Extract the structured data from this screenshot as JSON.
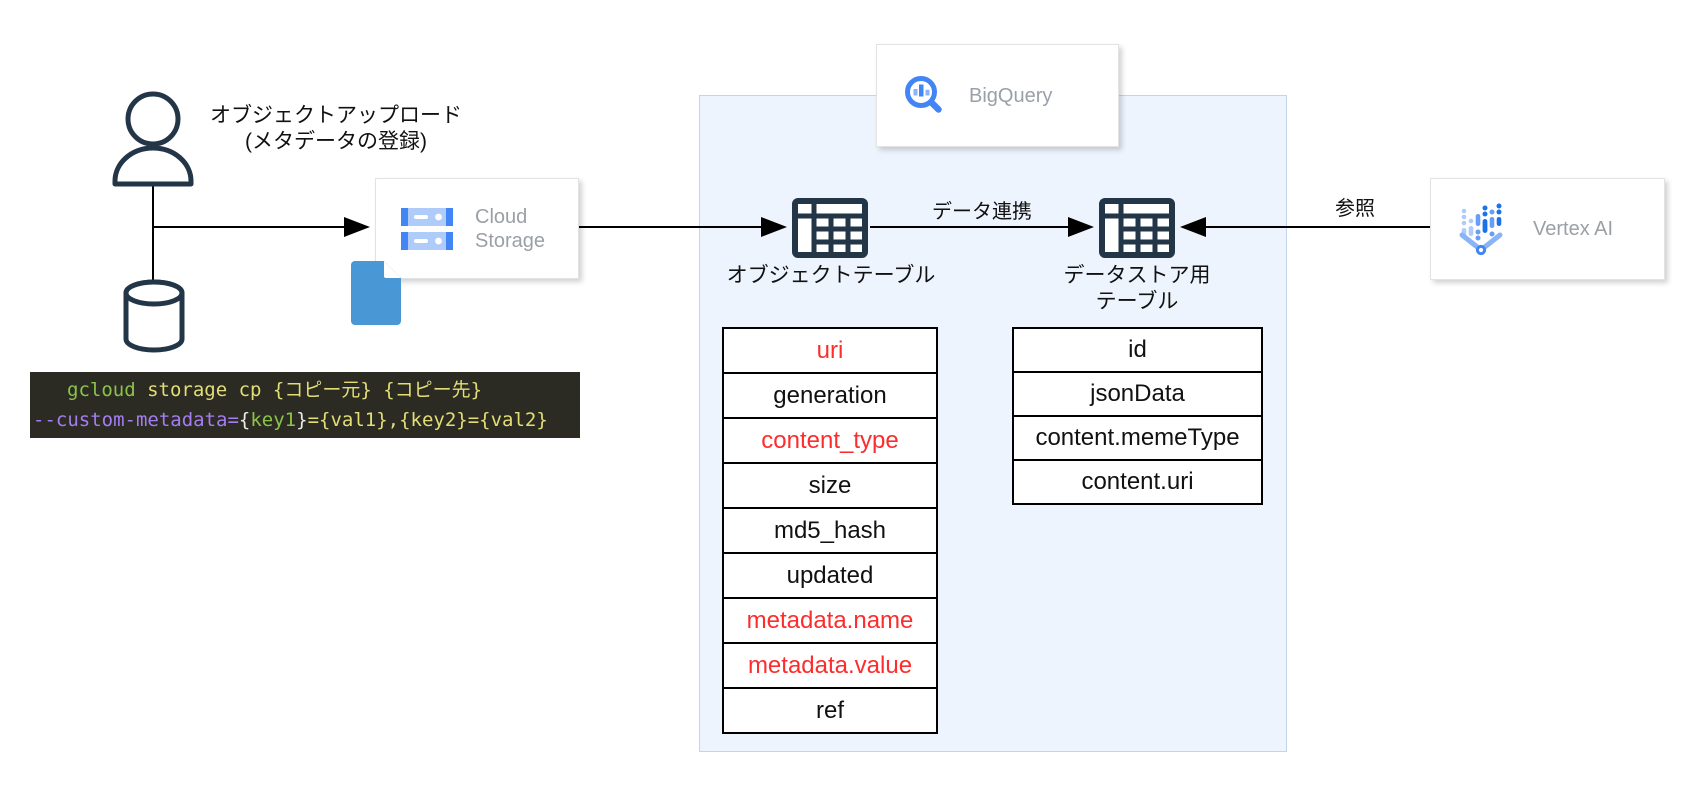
{
  "colors": {
    "red": "#fb2d2d",
    "navy": "#233648",
    "black": "#000000",
    "region_fill": "#eef4fd",
    "region_border": "#c5d4ea",
    "gray_label": "#9aa0a6",
    "code_bg": "#2b2b24",
    "code_green": "#8bc34a",
    "code_yellow": "#e3dd75",
    "code_purple": "#a47df0",
    "code_white": "#eceae4",
    "doc_blue": "#4a97d6",
    "gcp_blue": "#4285f4",
    "gcp_blue_light": "#8ab4f8"
  },
  "actor": {
    "label_line1": "オブジェクトアップロード",
    "label_line2": "(メタデータの登録)"
  },
  "code_block": {
    "lines": [
      [
        {
          "text": "gcloud",
          "color": "green"
        },
        {
          "text": " storage cp {コピー元} {コピー先}",
          "color": "yellow"
        }
      ],
      [
        {
          "text": "--custom-metadata=",
          "color": "purple"
        },
        {
          "text": "{",
          "color": "white"
        },
        {
          "text": "key1",
          "color": "green"
        },
        {
          "text": "}",
          "color": "white"
        },
        {
          "text": "={val1},{key2}={val2}",
          "color": "yellow"
        }
      ]
    ]
  },
  "cards": {
    "cloud_storage": {
      "label": "Cloud Storage"
    },
    "bigquery": {
      "label": "BigQuery"
    },
    "vertex_ai": {
      "label": "Vertex AI"
    }
  },
  "edges": {
    "data_linkage": "データ連携",
    "reference": "参照"
  },
  "object_table": {
    "label": "オブジェクトテーブル",
    "rows": [
      {
        "text": "uri",
        "red": true
      },
      {
        "text": "generation",
        "red": false
      },
      {
        "text": "content_type",
        "red": true
      },
      {
        "text": "size",
        "red": false
      },
      {
        "text": "md5_hash",
        "red": false
      },
      {
        "text": "updated",
        "red": false
      },
      {
        "text": "metadata.name",
        "red": true
      },
      {
        "text": "metadata.value",
        "red": true
      },
      {
        "text": "ref",
        "red": false
      }
    ]
  },
  "datastore_table": {
    "label_line1": "データストア用",
    "label_line2": "テーブル",
    "rows": [
      {
        "text": "id",
        "red": false
      },
      {
        "text": "jsonData",
        "red": false
      },
      {
        "text": "content.memeType",
        "red": false
      },
      {
        "text": "content.uri",
        "red": false
      }
    ]
  }
}
